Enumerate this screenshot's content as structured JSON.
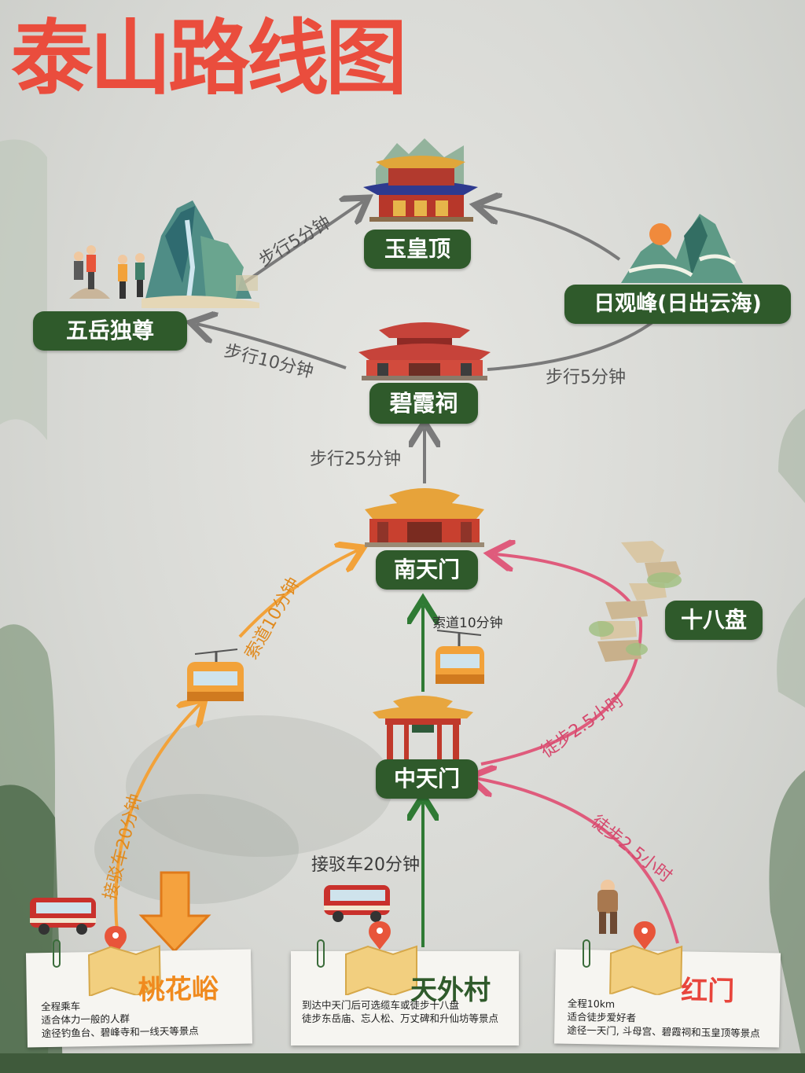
{
  "title": "泰山路线图",
  "colors": {
    "title_red": "#ea4d3d",
    "pill_green": "#2f5a2b",
    "arrow_gray": "#7a7a7a",
    "arrow_orange": "#f2a23a",
    "arrow_pink": "#df5b7c",
    "arrow_green": "#2f7a34",
    "red_text": "#e8453c",
    "orange_text": "#f08a1e",
    "green_text": "#2f5a2b",
    "map_pin": "#e8553a"
  },
  "places": {
    "yuhuangding": "玉皇顶",
    "wuyueduzun": "五岳独尊",
    "riguanfeng": "日观峰(日出云海)",
    "bixiaci": "碧霞祠",
    "nantianmen": "南天门",
    "shibapan": "十八盘",
    "zhongtianmen": "中天门"
  },
  "routes": {
    "wuyue_to_yuhuang": "步行5分钟",
    "bixia_to_wuyue": "步行10分钟",
    "bixia_to_riguan": "步行5分钟",
    "nantian_to_bixia": "步行25分钟",
    "cable_taohua": "索道10分钟",
    "cable_zhong": "索道10分钟",
    "zhong_hike": "徒步2.5小时",
    "hongmen_hike": "徒步2.5小时",
    "taohua_bus": "接驳车20分钟",
    "tianwai_bus": "接驳车20分钟"
  },
  "cards": [
    {
      "name": "桃花峪",
      "lines": [
        "全程乘车",
        "适合体力一般的人群",
        "途径钓鱼台、碧峰寺和一线天等景点"
      ]
    },
    {
      "name": "天外村",
      "lines": [
        "到达中天门后可选缆车或徒步十八盘",
        "徒步东岳庙、忘人松、万丈碑和升仙坊等景点"
      ]
    },
    {
      "name": "红门",
      "lines": [
        "全程10km",
        "适合徒步爱好者",
        "途径一天门, 斗母宫、碧霞祠和玉皇顶等景点"
      ]
    }
  ],
  "icons": [
    "temple-icon",
    "gate-icon",
    "mountain-icon",
    "hiker-icon",
    "cable-car-icon",
    "bus-icon",
    "map-pin-icon",
    "folded-map-icon",
    "down-arrow-icon",
    "stairs-icon",
    "paperclip-icon"
  ]
}
